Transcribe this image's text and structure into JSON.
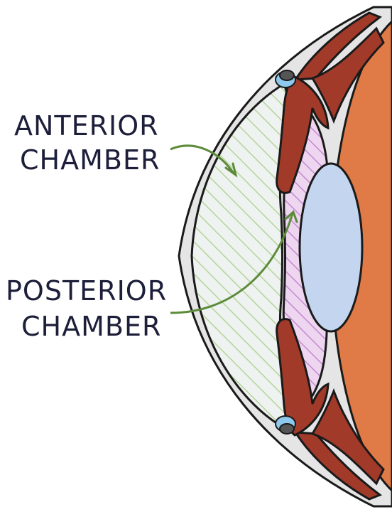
{
  "labels": {
    "anterior_line1": "ANTERIOR",
    "anterior_line2": "CHAMBER",
    "posterior_line1": "POSTERIOR",
    "posterior_line2": "CHAMBER"
  },
  "colors": {
    "background": "#ffffff",
    "outline": "#1a1a1a",
    "cornea_sclera": "#e5e5e5",
    "retina_orange": "#e07a46",
    "ciliary_body": "#a23a2a",
    "anterior_chamber_hatch": "#b7d39a",
    "anterior_chamber_fill": "#eef2f1",
    "posterior_chamber": "#e7c8ea",
    "posterior_chamber_hatch": "#c48ad0",
    "lens": "#c4d5ef",
    "trabecular_blue": "#8ec8ec",
    "arrow": "#5c8b3a",
    "text": "#1d1f3a"
  }
}
